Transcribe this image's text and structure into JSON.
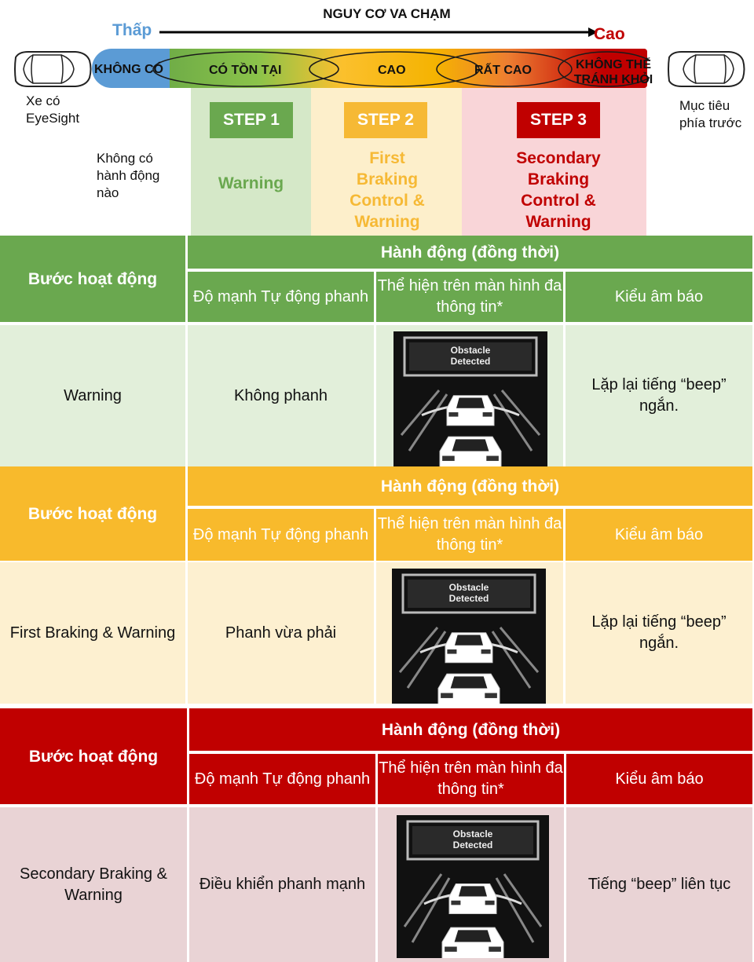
{
  "risk_scale": {
    "title": "NGUY CƠ VA CHẠM",
    "low_label": "Thấp",
    "high_label": "Cao",
    "levels": [
      "KHÔNG CÓ",
      "CÓ TỒN TẠI",
      "CAO",
      "RẤT CAO",
      "KHÔNG THỂ TRÁNH KHỎI"
    ],
    "left_car_label": "Xe có EyeSight",
    "right_car_label": "Mục tiêu phía trước",
    "no_action": "Không có hành động nào"
  },
  "steps": [
    {
      "badge": "STEP 1",
      "desc": "Warning",
      "badge_color": "#6AA84F",
      "text_color": "#6AA84F",
      "bg": "#D5E8C8"
    },
    {
      "badge": "STEP 2",
      "desc": "First Braking Control & Warning",
      "badge_color": "#F6B935",
      "text_color": "#F6B935",
      "bg": "#FDEFCB"
    },
    {
      "badge": "STEP 3",
      "desc": "Secondary Braking Control & Warning",
      "badge_color": "#C00000",
      "text_color": "#C00000",
      "bg": "#F9D5D8"
    }
  ],
  "tables": [
    {
      "color": "#6AA84F",
      "body_bg": "#E2EFDA",
      "step_header": "Bước hoạt động",
      "action_header": "Hành động (đồng thời)",
      "col_headers": [
        "Độ mạnh Tự động phanh",
        "Thể hiện trên màn hình đa thông tin*",
        "Kiểu âm báo"
      ],
      "row": {
        "step": "Warning",
        "braking": "Không phanh",
        "screen_text": "Obstacle Detected",
        "sound": "Lặp lại tiếng “beep” ngắn."
      }
    },
    {
      "color": "#F8BA2C",
      "body_bg": "#FDF0D0",
      "step_header": "Bước hoạt động",
      "action_header": "Hành động (đồng thời)",
      "col_headers": [
        "Độ mạnh Tự động phanh",
        "Thể hiện trên màn hình đa thông tin*",
        "Kiểu âm báo"
      ],
      "row": {
        "step": "First Braking & Warning",
        "braking": "Phanh vừa phải",
        "screen_text": "Obstacle Detected",
        "sound": "Lặp lại tiếng “beep” ngắn."
      }
    },
    {
      "color": "#C00000",
      "body_bg": "#E9D3D5",
      "step_header": "Bước hoạt động",
      "action_header": "Hành động (đồng thời)",
      "col_headers": [
        "Độ mạnh Tự động phanh",
        "Thể hiện trên màn hình đa thông tin*",
        "Kiểu âm báo"
      ],
      "row": {
        "step": "Secondary Braking & Warning",
        "braking": "Điều khiển phanh mạnh",
        "screen_text": "Obstacle Detected",
        "sound": "Tiếng “beep” liên tục"
      }
    }
  ]
}
